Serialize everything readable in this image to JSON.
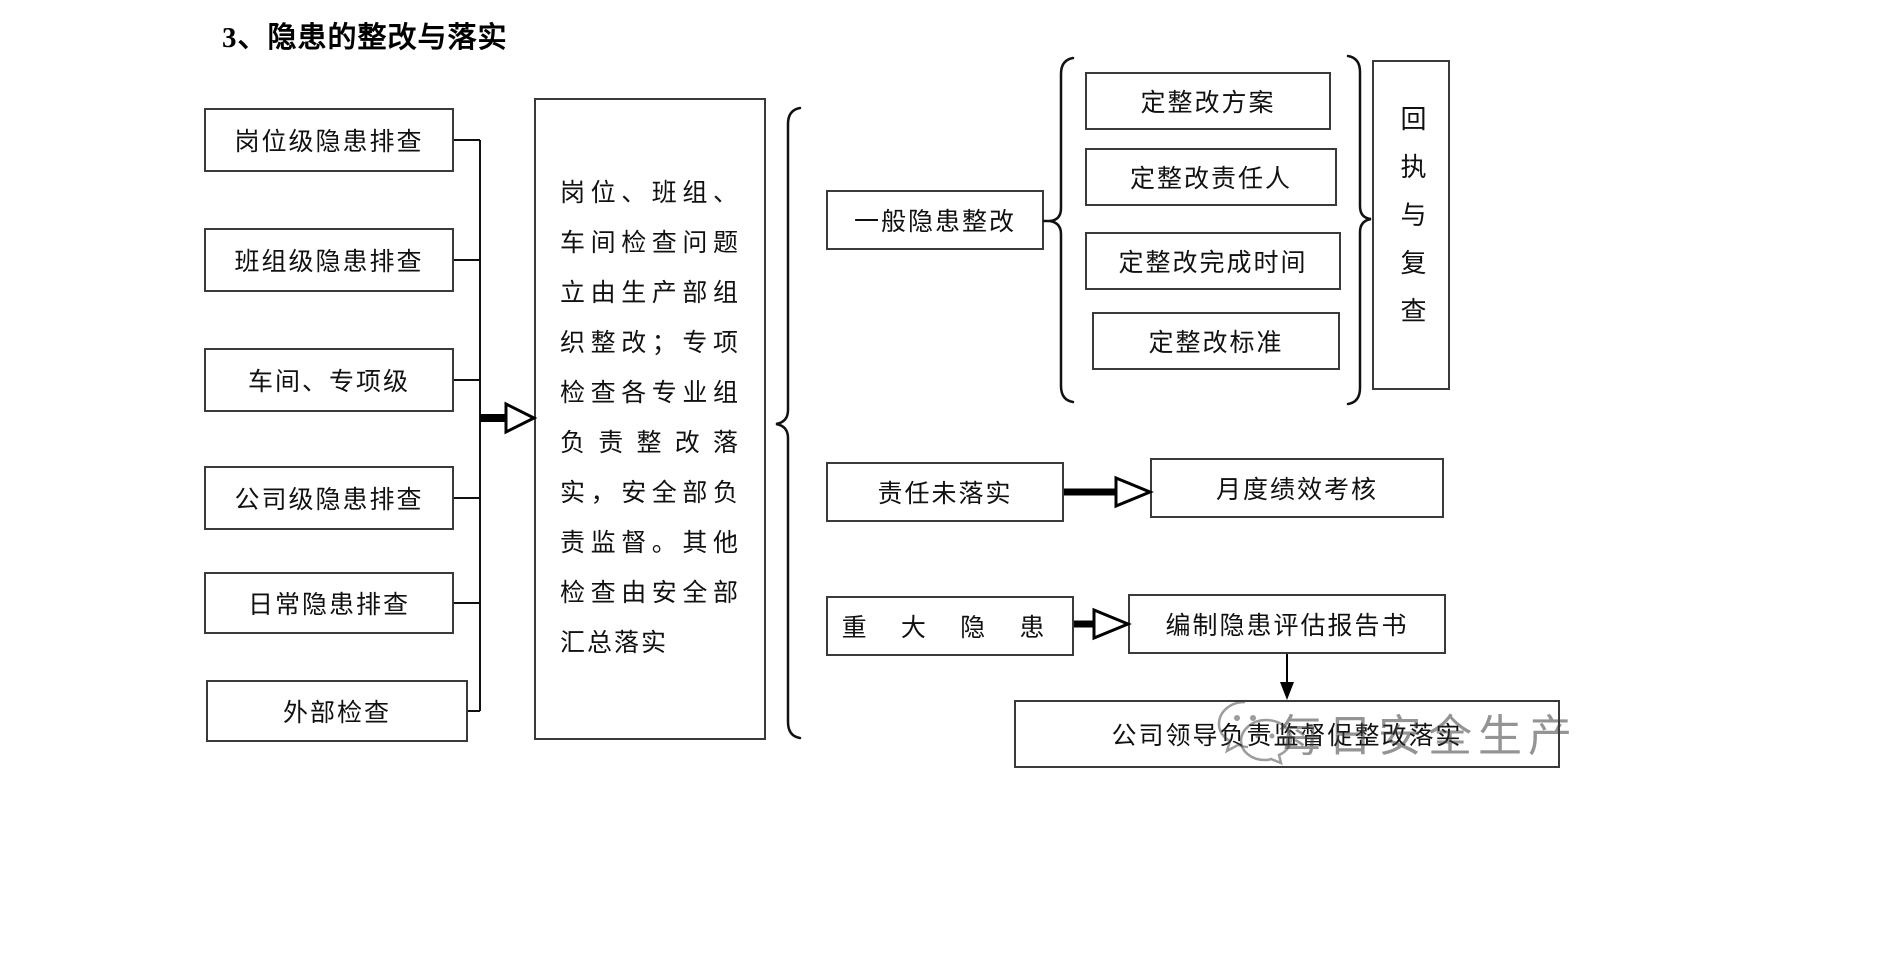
{
  "document": {
    "title": "3、隐患的整改与落实"
  },
  "left_column": {
    "items": [
      {
        "label": "岗位级隐患排查"
      },
      {
        "label": "班组级隐患排查"
      },
      {
        "label": "车间、专项级"
      },
      {
        "label": "公司级隐患排查"
      },
      {
        "label": "日常隐患排查"
      },
      {
        "label": "外部检查"
      }
    ]
  },
  "center": {
    "text": "岗位、班组、车间检查问题立由生产部组织整改；专项检查各专业组负责整改落实，安全部负责监督。其他检查由安全部汇总落实"
  },
  "right": {
    "general_rectification": {
      "label": "一般隐患整改"
    },
    "rectification_items": [
      {
        "label": "定整改方案"
      },
      {
        "label": "定整改责任人"
      },
      {
        "label": "定整改完成时间"
      },
      {
        "label": "定整改标准"
      }
    ],
    "receipt_review": {
      "label": "回执与复查"
    },
    "responsibility_unfulfilled": {
      "label": "责任未落实"
    },
    "monthly_performance": {
      "label": "月度绩效考核"
    },
    "major_hazard": {
      "label": "重 大 隐 患"
    },
    "assessment_report": {
      "label": "编制隐患评估报告书"
    },
    "leader_supervision": {
      "label": "公司领导负责监督促整改落实"
    }
  },
  "watermark": {
    "text": "每日安全生产",
    "logo_name": "wechat-logo"
  },
  "colors": {
    "stroke": "#3a3a3a",
    "text": "#111111",
    "background": "#ffffff",
    "arrow": "#000000"
  }
}
